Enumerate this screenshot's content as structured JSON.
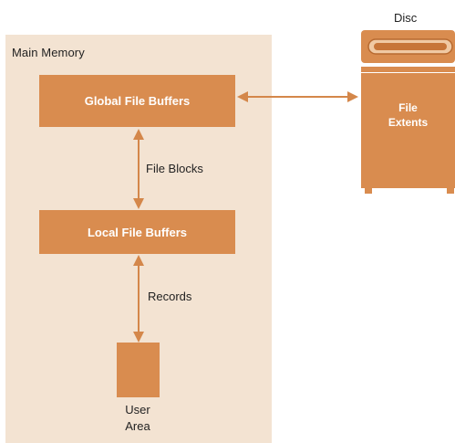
{
  "memory": {
    "title": "Main Memory",
    "global_buffers": "Global File Buffers",
    "file_blocks": "File Blocks",
    "local_buffers": "Local File Buffers",
    "records": "Records",
    "user_area_line1": "User",
    "user_area_line2": "Area"
  },
  "disc": {
    "title": "Disc",
    "extents_line1": "File",
    "extents_line2": "Extents"
  },
  "colors": {
    "panel": "#f3e3d2",
    "block": "#d98c4f",
    "arrow": "#d4874a"
  }
}
